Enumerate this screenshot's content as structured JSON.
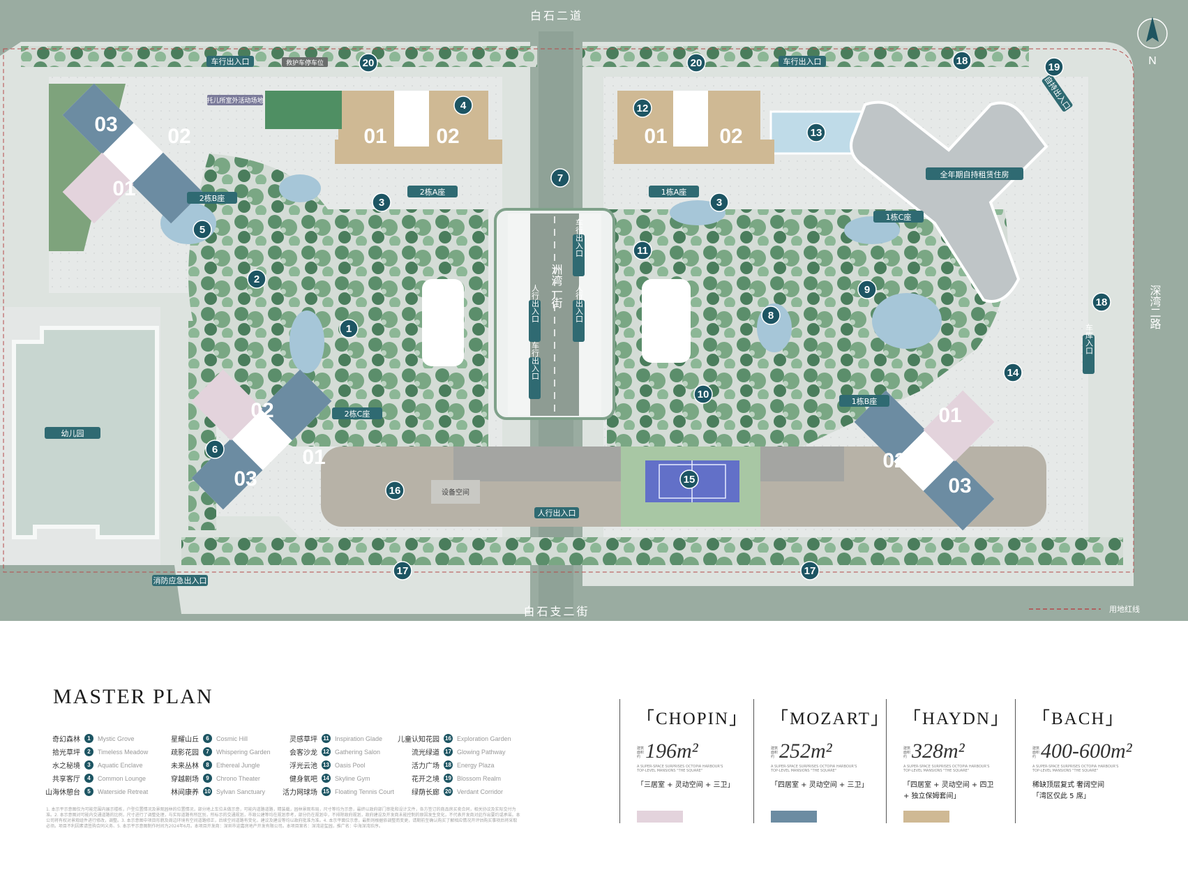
{
  "roads": {
    "north": "白石二道",
    "south": "白石支二街",
    "east": "深湾二路",
    "middle": "洲湾一街"
  },
  "compass": "N",
  "boundary_legend": "用地红线",
  "tags": {
    "car_entrance_top_left": "车行出入口",
    "ambulance_parking": "救护车停车位",
    "car_entrance_top_right": "车行出入口",
    "child_activity": "托儿所室外活动场地",
    "bldg_2b": "2栋B座",
    "bldg_2a": "2栋A座",
    "bldg_1a": "1栋A座",
    "bldg_1c": "1栋C座",
    "bldg_2c": "2栋C座",
    "bldg_1b": "1栋B座",
    "rental_housing": "全年期自持租赁住房",
    "self_entrance": "自持出入口",
    "garage_entrance": "车库入口",
    "kindergarten": "幼儿园",
    "pedestrian_entrance_south": "人行出入口",
    "equipment_room": "设备空间",
    "fire_entrance": "消防应急出入口",
    "mid_car_1": "车行出入口",
    "mid_car_2": "车行出入口",
    "mid_ped_1": "人行出入口",
    "mid_ped_2": "人行出入口"
  },
  "building_numbers": {
    "nw_03": "03",
    "nw_02": "02",
    "nw_01": "01",
    "n1_01": "01",
    "n1_02": "02",
    "n2_01": "01",
    "n2_02": "02",
    "sw_02": "02",
    "sw_01": "01",
    "sw_03": "03",
    "se_01": "01",
    "se_02": "02",
    "se_03": "03"
  },
  "markers": [
    "1",
    "2",
    "3",
    "3",
    "4",
    "5",
    "6",
    "7",
    "8",
    "9",
    "10",
    "11",
    "12",
    "13",
    "14",
    "15",
    "16",
    "17",
    "17",
    "18",
    "18",
    "19",
    "20",
    "20"
  ],
  "legend": {
    "title": "MASTER PLAN",
    "items": [
      {
        "cn": "奇幻森林",
        "num": "1",
        "en": "Mystic Grove"
      },
      {
        "cn": "拾光草坪",
        "num": "2",
        "en": "Timeless Meadow"
      },
      {
        "cn": "水之秘境",
        "num": "3",
        "en": "Aquatic Enclave"
      },
      {
        "cn": "共享客厅",
        "num": "4",
        "en": "Common Lounge"
      },
      {
        "cn": "山海休憩台",
        "num": "5",
        "en": "Waterside Retreat"
      },
      {
        "cn": "星耀山丘",
        "num": "6",
        "en": "Cosmic Hill"
      },
      {
        "cn": "疏影花园",
        "num": "7",
        "en": "Whispering Garden"
      },
      {
        "cn": "未来丛林",
        "num": "8",
        "en": "Ethereal Jungle"
      },
      {
        "cn": "穿越剧场",
        "num": "9",
        "en": "Chrono Theater"
      },
      {
        "cn": "林间康养",
        "num": "10",
        "en": "Sylvan Sanctuary"
      },
      {
        "cn": "灵感草坪",
        "num": "11",
        "en": "Inspiration Glade"
      },
      {
        "cn": "会客沙龙",
        "num": "12",
        "en": "Gathering Salon"
      },
      {
        "cn": "浮光云池",
        "num": "13",
        "en": "Oasis Pool"
      },
      {
        "cn": "健身氧吧",
        "num": "14",
        "en": "Skyline Gym"
      },
      {
        "cn": "活力网球场",
        "num": "15",
        "en": "Floating Tennis Court"
      },
      {
        "cn": "儿童认知花园",
        "num": "16",
        "en": "Exploration Garden"
      },
      {
        "cn": "流光绿道",
        "num": "17",
        "en": "Glowing Pathway"
      },
      {
        "cn": "活力广场",
        "num": "18",
        "en": "Energy Plaza"
      },
      {
        "cn": "花开之境",
        "num": "19",
        "en": "Blossom Realm"
      },
      {
        "cn": "绿荫长廊",
        "num": "20",
        "en": "Verdant Corridor"
      }
    ],
    "disclaimer": "1. 本示平示意图仅为可能范围内展示楼栋，户型位置情况及景观园林的位置情况，部分地上车位未做示意，可能内道路道路，精装载，园林景观布局，尺寸等均为示意，最终以政府部门审批和设计文件，各方签订的商品房买卖合同，相关协议及实际交付为准。2. 本示意图对可能内交通道路的比例，尺寸进行了调整处理，与实际道路有所区别，所标示的交通规划，市政公建等均在规划参考，部分仍在规划中，不排除政府规划，政府建设及开发商未能控制的原因发生变化，不代表开发商对此作出要约或承诺。本公司将有权对景观组件进行修改，调整。3. 本示意图中项目形貌及周边环境有空间道路修正，后续空间道路有变化，建议及建设等均以政府批准为准。4. 本示平面位示意，最新则根据依调整而变更，请期前至确认购买了解相应情况开评估购买事项后将采取必须。项目不利因素请签购合同义务、5. 本示平示意图制作时间为2024年6月。本项目开发商：深圳市迎嘉房地产开发有限公司。本项目案名：深湾迎玺园，推广名：中海深湾玖序。"
  },
  "units": [
    {
      "name": "「CHOPIN」",
      "size": "196m²",
      "small": "建筑面积约",
      "tiny": "A SUPER-SPACE SURPRISES OCTOPIA HARBOUR'S TOP-LEVEL MANSIONS \"THE SQUARE\"",
      "desc": "「三居室 + 灵动空间 + 三卫」",
      "color": "#e3d3dc"
    },
    {
      "name": "「MOZART」",
      "size": "252m²",
      "small": "建筑面积约",
      "tiny": "A SUPER-SPACE SURPRISES OCTOPIA HARBOUR'S TOP-LEVEL MANSIONS \"THE SQUARE\"",
      "desc": "「四居室 + 灵动空间 + 三卫」",
      "color": "#6c8ca2"
    },
    {
      "name": "「HAYDN」",
      "size": "328m²",
      "small": "建筑面积约",
      "tiny": "A SUPER-SPACE SURPRISES OCTOPIA HARBOUR'S TOP-LEVEL MANSIONS \"THE SQUARE\"",
      "desc": "「四居室 + 灵动空间 + 四卫\n + 独立保姆套间」",
      "color": "#cfb994"
    },
    {
      "name": "「BACH」",
      "size": "400-600m²",
      "small": "建筑面积约",
      "tiny": "A SUPER-SPACE SURPRISES OCTOPIA HARBOUR'S TOP-LEVEL MANSIONS \"THE SQUARE\"",
      "desc": "稀缺顶层复式 奢阔空间\n「湾区仅此 5 席」",
      "color": ""
    }
  ],
  "colors": {
    "road": "#9aaca1",
    "plaza": "#e8eaea",
    "marker": "#1d5563",
    "tag": "#2f6a72",
    "blue_unit": "#6c8ca2",
    "pink_unit": "#e3d3dc",
    "tan_unit": "#cfb994"
  }
}
